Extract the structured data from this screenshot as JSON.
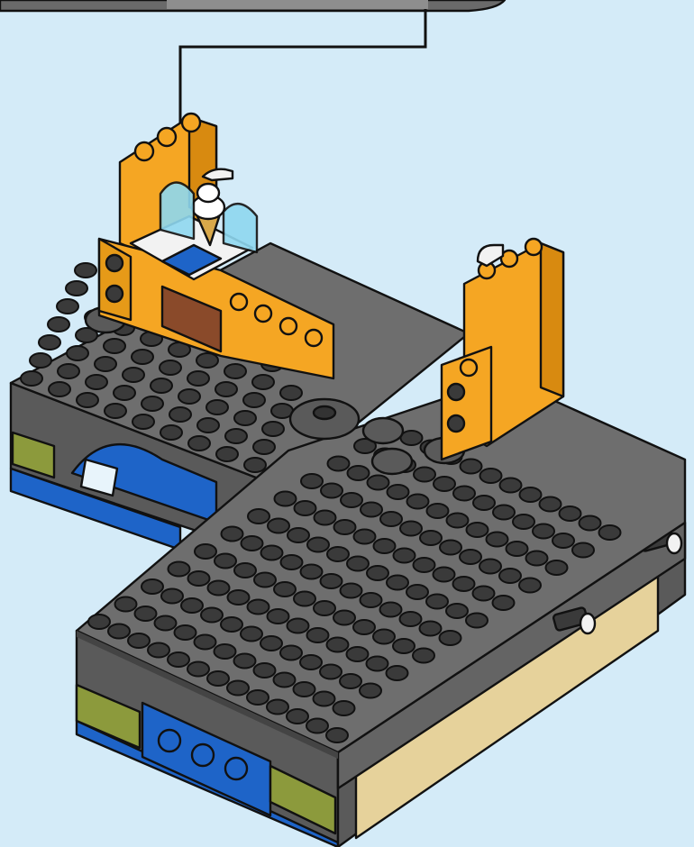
{
  "scene": {
    "background": "#d4ebf8",
    "subject": "brick-model-assembly-step",
    "colors": {
      "plate_top": "#646464",
      "plate_side": "#555555",
      "stud": "#3a3a3a",
      "orange": "#f5a623",
      "orange_dark": "#d88a10",
      "blue": "#1e64c8",
      "olive": "#8c9a3c",
      "tan": "#e6d29b",
      "brown": "#8a4a2a",
      "trans_blue": "#8fd8f0"
    }
  },
  "callout": {
    "arrow_icon": "down-arrow",
    "panel": "callout-panel"
  }
}
